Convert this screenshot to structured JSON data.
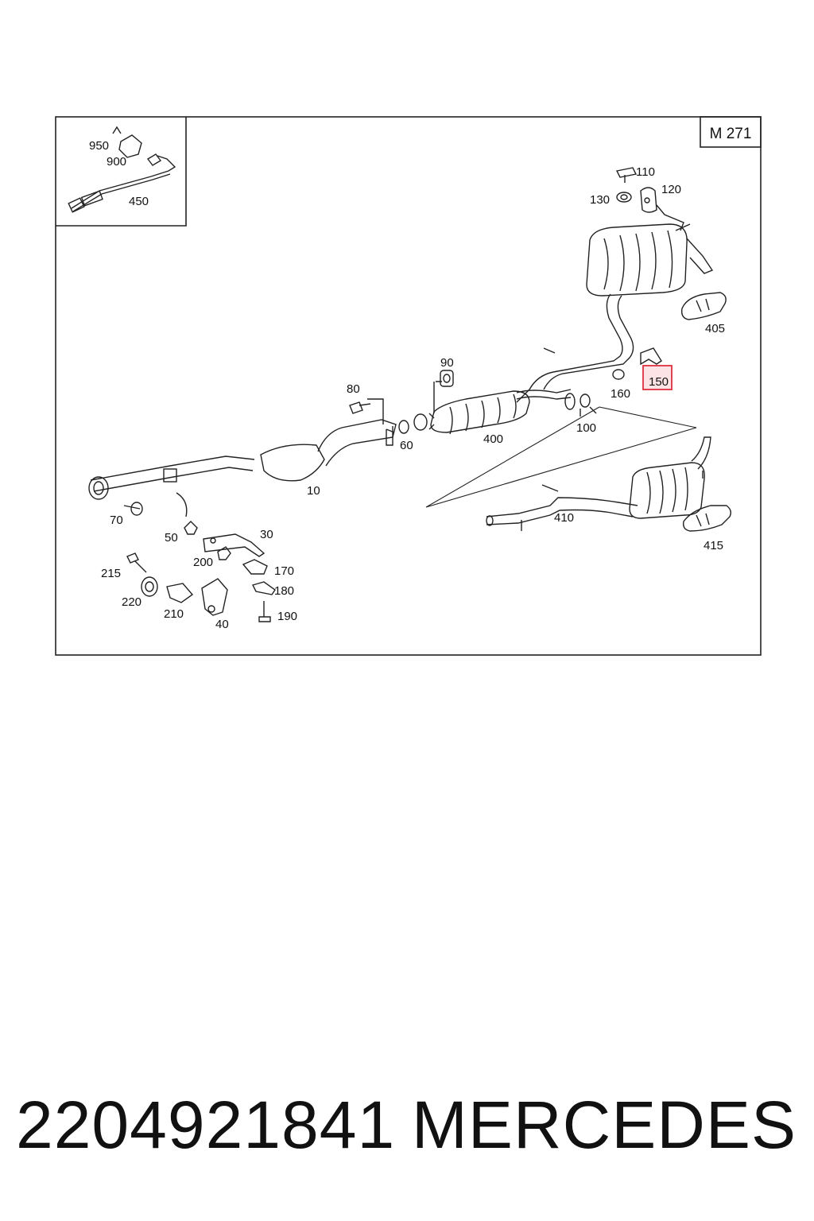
{
  "diagram": {
    "model_tag": "M 271",
    "highlighted_part": "150",
    "highlight_color": "#e03040",
    "highlight_fill": "#fbe3e6",
    "labels": {
      "p950": "950",
      "p900": "900",
      "p450": "450",
      "p110": "110",
      "p120": "120",
      "p130": "130",
      "p405": "405",
      "p90": "90",
      "p80": "80",
      "p150": "150",
      "p160": "160",
      "p100": "100",
      "p400": "400",
      "p60": "60",
      "p10": "10",
      "p70": "70",
      "p50": "50",
      "p30": "30",
      "p200": "200",
      "p170": "170",
      "p180": "180",
      "p190": "190",
      "p215": "215",
      "p220": "220",
      "p210": "210",
      "p40": "40",
      "p410": "410",
      "p415": "415"
    }
  },
  "footer": {
    "part_number": "2204921841",
    "brand": "MERCEDES"
  }
}
